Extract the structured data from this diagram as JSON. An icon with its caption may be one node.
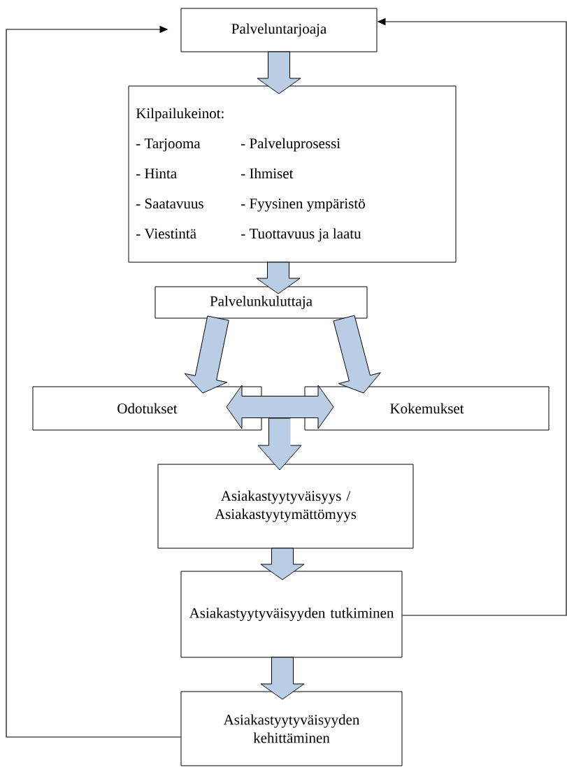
{
  "diagram": {
    "nodes": [
      {
        "text": [
          "Palveluntarjoaja"
        ]
      },
      {
        "text": [
          "Kilpailukeinot:",
          "- Tarjooma",
          "- Palveluprosessi",
          "- Hinta",
          "- Ihmiset",
          "- Saatavuus",
          "- Fyysinen ympäristö",
          "- Viestintä",
          "- Tuottavuus ja laatu"
        ]
      },
      {
        "text": [
          "Palvelunkuluttaja"
        ]
      },
      {
        "text": [
          "Odotukset"
        ]
      },
      {
        "text": [
          "Kokemukset"
        ]
      },
      {
        "text": [
          "Asiakastyytyväisyys / Asiakastyytymättömyys"
        ]
      },
      {
        "text": [
          "Asiakastyytyväisyyden tutkiminen"
        ]
      },
      {
        "text": [
          "Asiakastyytyväisyyden kehittäminen"
        ]
      }
    ],
    "edges": [
      {
        "from": 0,
        "to": 1,
        "arrow": "to",
        "style": "thick",
        "color": "#b9cde5"
      },
      {
        "from": 1,
        "to": 2,
        "arrow": "to",
        "style": "thick",
        "color": "#b9cde5"
      },
      {
        "from": 2,
        "to": 3,
        "arrow": "to",
        "style": "thick",
        "color": "#b9cde5"
      },
      {
        "from": 2,
        "to": 4,
        "arrow": "to",
        "style": "thick",
        "color": "#b9cde5"
      },
      {
        "from": 3,
        "to": 4,
        "arrow": "both",
        "style": "thick",
        "color": "#b9cde5"
      },
      {
        "from": 3,
        "to": 5,
        "arrow": "to",
        "style": "thick",
        "color": "#b9cde5"
      },
      {
        "from": 4,
        "to": 5,
        "arrow": "to",
        "style": "thick",
        "color": "#b9cde5"
      },
      {
        "from": 5,
        "to": 6,
        "arrow": "to",
        "style": "thick",
        "color": "#b9cde5"
      },
      {
        "from": 6,
        "to": 7,
        "arrow": "to",
        "style": "thick",
        "color": "#b9cde5"
      },
      {
        "from": 6,
        "to": 0,
        "arrow": "to"
      },
      {
        "from": 7,
        "to": 0,
        "arrow": "to"
      }
    ]
  }
}
